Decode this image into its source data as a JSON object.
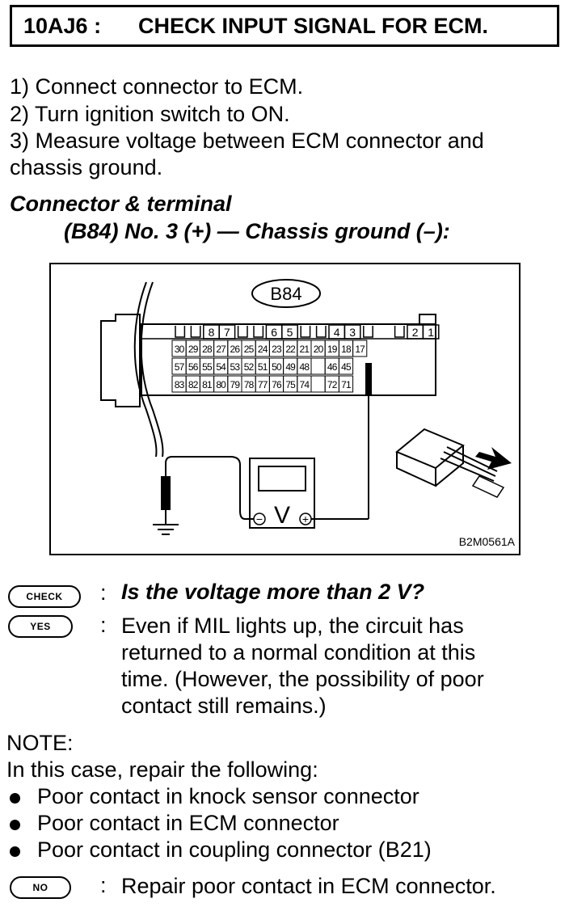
{
  "header": {
    "code": "10AJ6 :",
    "title": "CHECK INPUT SIGNAL FOR ECM."
  },
  "steps": [
    "1)  Connect connector to ECM.",
    "2)  Turn ignition switch to ON.",
    "3)  Measure voltage between ECM connector and",
    "chassis ground."
  ],
  "connector_terminal": {
    "heading": "Connector & terminal",
    "spec": "(B84) No. 3 (+) — Chassis ground (–):"
  },
  "figure": {
    "connector_label": "B84",
    "figure_code": "B2M0561A",
    "top_row": [
      "8",
      "7",
      "6",
      "5",
      "4",
      "3",
      "2",
      "1"
    ],
    "row2": [
      "30",
      "29",
      "28",
      "27",
      "26",
      "25",
      "24",
      "23",
      "22",
      "21",
      "20",
      "19",
      "18",
      "17"
    ],
    "row3": [
      "57",
      "56",
      "55",
      "54",
      "53",
      "52",
      "51",
      "50",
      "49",
      "48",
      "",
      "46",
      "45"
    ],
    "row4": [
      "83",
      "82",
      "81",
      "80",
      "79",
      "78",
      "77",
      "76",
      "75",
      "74",
      "",
      "72",
      "71"
    ],
    "meter_symbol": "V",
    "minus_sign": "−",
    "plus_sign": "+"
  },
  "check": {
    "badge": "CHECK",
    "colon": ":",
    "question": "Is the voltage more than 2 V?"
  },
  "yes": {
    "badge": "YES",
    "colon": ":",
    "lines": [
      "Even if MIL lights up, the circuit has",
      "returned to a normal condition at this",
      "time. (However, the possibility of poor",
      "contact still remains.)"
    ]
  },
  "note": {
    "label": "NOTE:",
    "intro": "In this case, repair the following:",
    "items": [
      "Poor contact in knock sensor connector",
      "Poor contact in ECM connector",
      "Poor contact in coupling connector (B21)"
    ]
  },
  "no": {
    "badge": "NO",
    "colon": ":",
    "text": "Repair poor contact in ECM connector."
  }
}
